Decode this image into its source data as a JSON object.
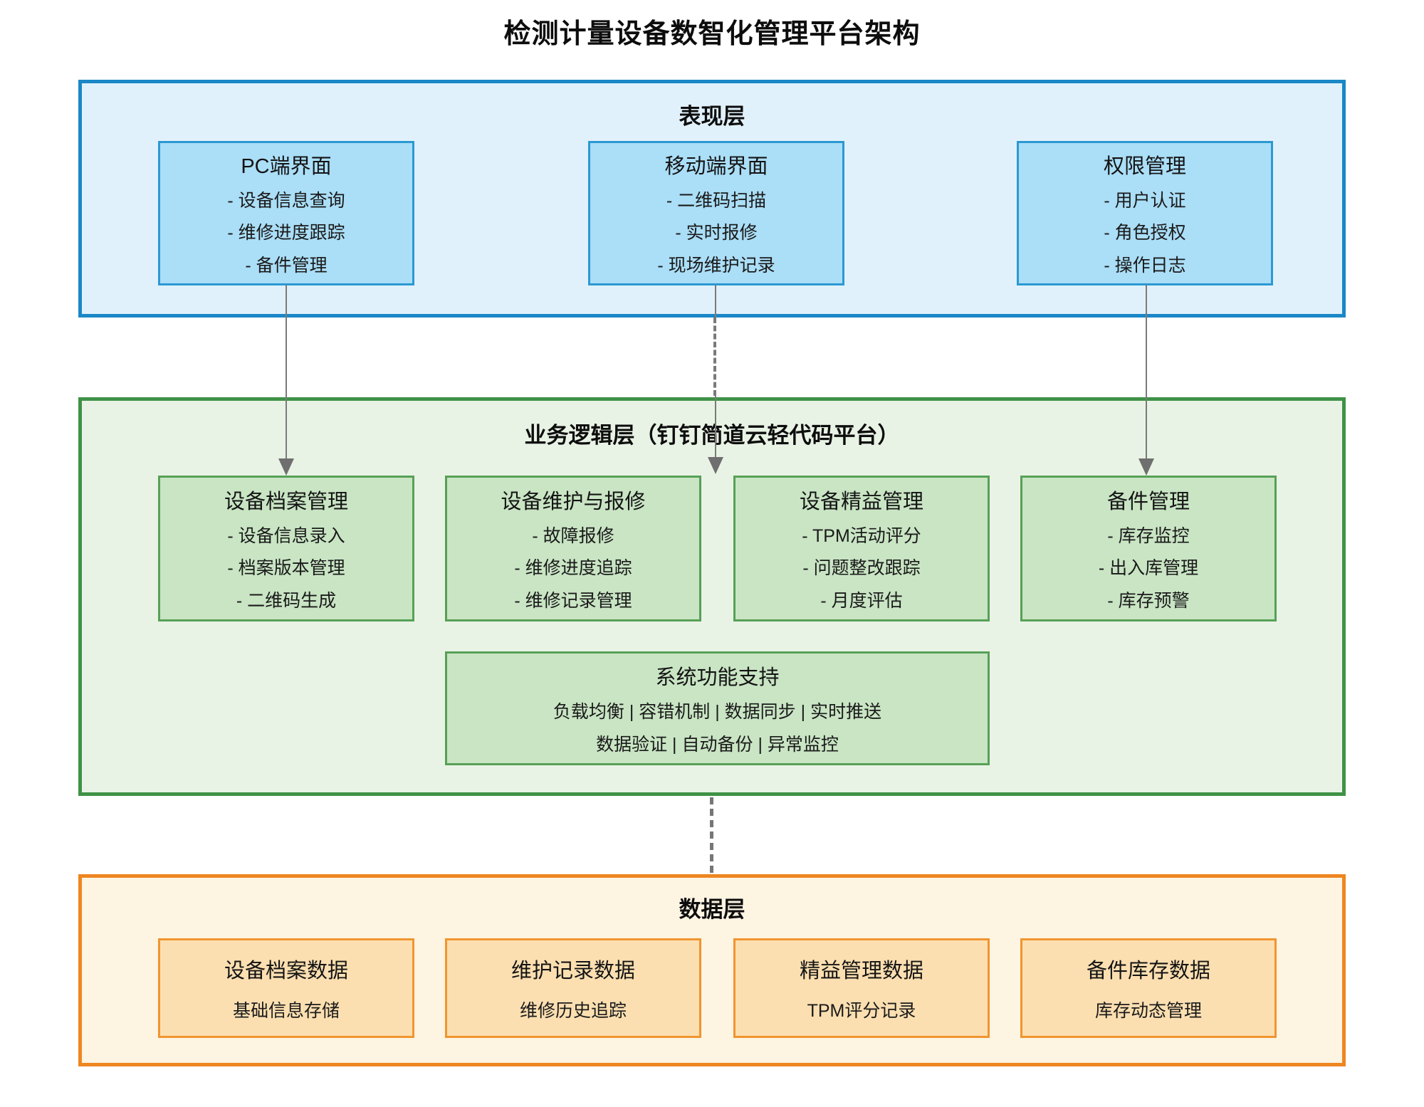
{
  "title": "检测计量设备数智化管理平台架构",
  "colors": {
    "presentation_fill": "#e1f1fb",
    "presentation_border": "#1b87c6",
    "presentation_box_fill": "#abdef7",
    "presentation_box_border": "#2b99d3",
    "business_fill": "#e9f3e5",
    "business_border": "#3f9246",
    "business_box_fill": "#c9e5c4",
    "business_box_border": "#57a057",
    "data_fill": "#fdf4e2",
    "data_border": "#ee8621",
    "data_box_fill": "#fcdfb1",
    "data_box_border": "#f0952f",
    "connector": "#7a7a7a",
    "text": "#111111"
  },
  "layers": {
    "presentation": {
      "label": "表现层",
      "boxes": [
        {
          "title": "PC端界面",
          "items": [
            "- 设备信息查询",
            "- 维修进度跟踪",
            "- 备件管理"
          ]
        },
        {
          "title": "移动端界面",
          "items": [
            "- 二维码扫描",
            "- 实时报修",
            "- 现场维护记录"
          ]
        },
        {
          "title": "权限管理",
          "items": [
            "- 用户认证",
            "- 角色授权",
            "- 操作日志"
          ]
        }
      ]
    },
    "business": {
      "label": "业务逻辑层（钉钉简道云轻代码平台）",
      "boxes": [
        {
          "title": "设备档案管理",
          "items": [
            "- 设备信息录入",
            "- 档案版本管理",
            "- 二维码生成"
          ]
        },
        {
          "title": "设备维护与报修",
          "items": [
            "- 故障报修",
            "- 维修进度追踪",
            "- 维修记录管理"
          ]
        },
        {
          "title": "设备精益管理",
          "items": [
            "- TPM活动评分",
            "- 问题整改跟踪",
            "- 月度评估"
          ]
        },
        {
          "title": "备件管理",
          "items": [
            "- 库存监控",
            "- 出入库管理",
            "- 库存预警"
          ]
        }
      ],
      "support": {
        "title": "系统功能支持",
        "lines": [
          "负载均衡 | 容错机制 | 数据同步 | 实时推送",
          "数据验证 | 自动备份 | 异常监控"
        ]
      }
    },
    "data": {
      "label": "数据层",
      "boxes": [
        {
          "title": "设备档案数据",
          "subtitle": "基础信息存储"
        },
        {
          "title": "维护记录数据",
          "subtitle": "维修历史追踪"
        },
        {
          "title": "精益管理数据",
          "subtitle": "TPM评分记录"
        },
        {
          "title": "备件库存数据",
          "subtitle": "库存动态管理"
        }
      ]
    }
  }
}
